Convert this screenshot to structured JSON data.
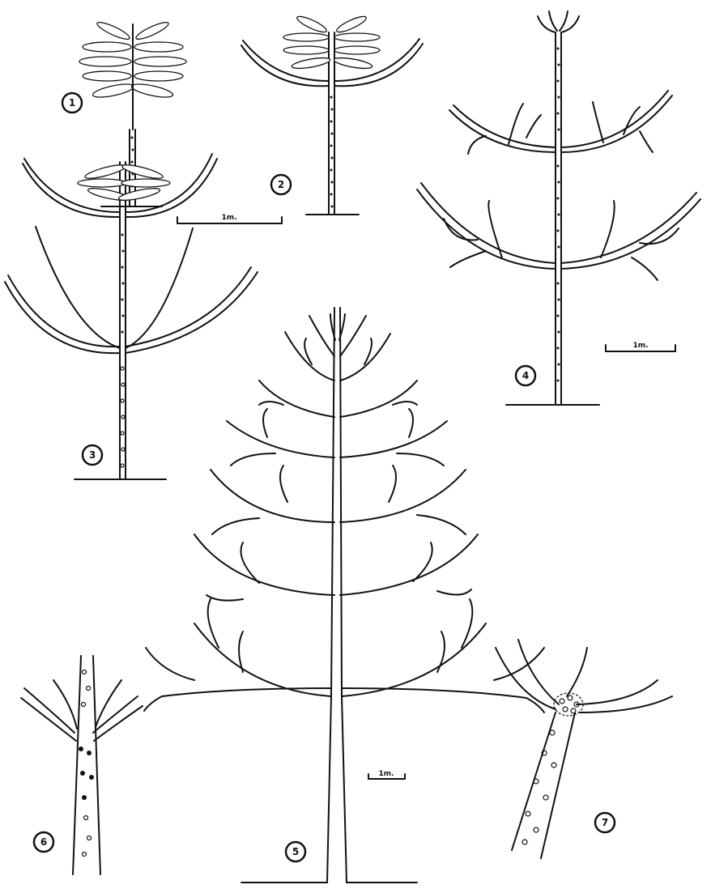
{
  "figure_labels": {
    "fig1": "1",
    "fig2": "2",
    "fig3": "3",
    "fig4": "4",
    "fig5": "5",
    "fig6": "6",
    "fig7": "7"
  },
  "scale_bars": {
    "scale_a": "1m.",
    "scale_b": "1m.",
    "scale_c": "1m."
  }
}
